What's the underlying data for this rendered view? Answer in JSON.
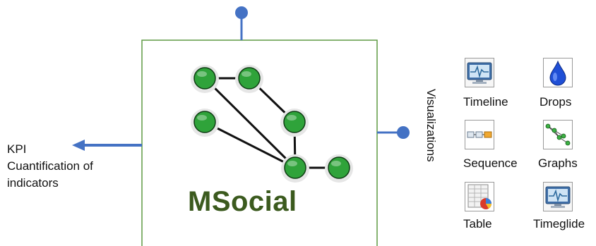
{
  "brand": {
    "name": "MSocial",
    "color": "#3b5a1e"
  },
  "box_border_color": "#5f9a43",
  "connector_color": "#4472c4",
  "node_color": "#2fa33a",
  "kpi": {
    "label": "KPI",
    "line1": "Cuantification of",
    "line2": "indicators"
  },
  "visualizations": {
    "label": "Visualizations",
    "items": [
      {
        "key": "timeline",
        "label": "Timeline",
        "icon": "monitor-pulse-icon"
      },
      {
        "key": "drops",
        "label": "Drops",
        "icon": "water-drop-icon"
      },
      {
        "key": "sequence",
        "label": "Sequence",
        "icon": "sequence-boxes-icon"
      },
      {
        "key": "graphs",
        "label": "Graphs",
        "icon": "network-graph-icon"
      },
      {
        "key": "table",
        "label": "Table",
        "icon": "table-pie-icon"
      },
      {
        "key": "timeglide",
        "label": "Timeglide",
        "icon": "monitor-pulse-icon"
      }
    ]
  }
}
